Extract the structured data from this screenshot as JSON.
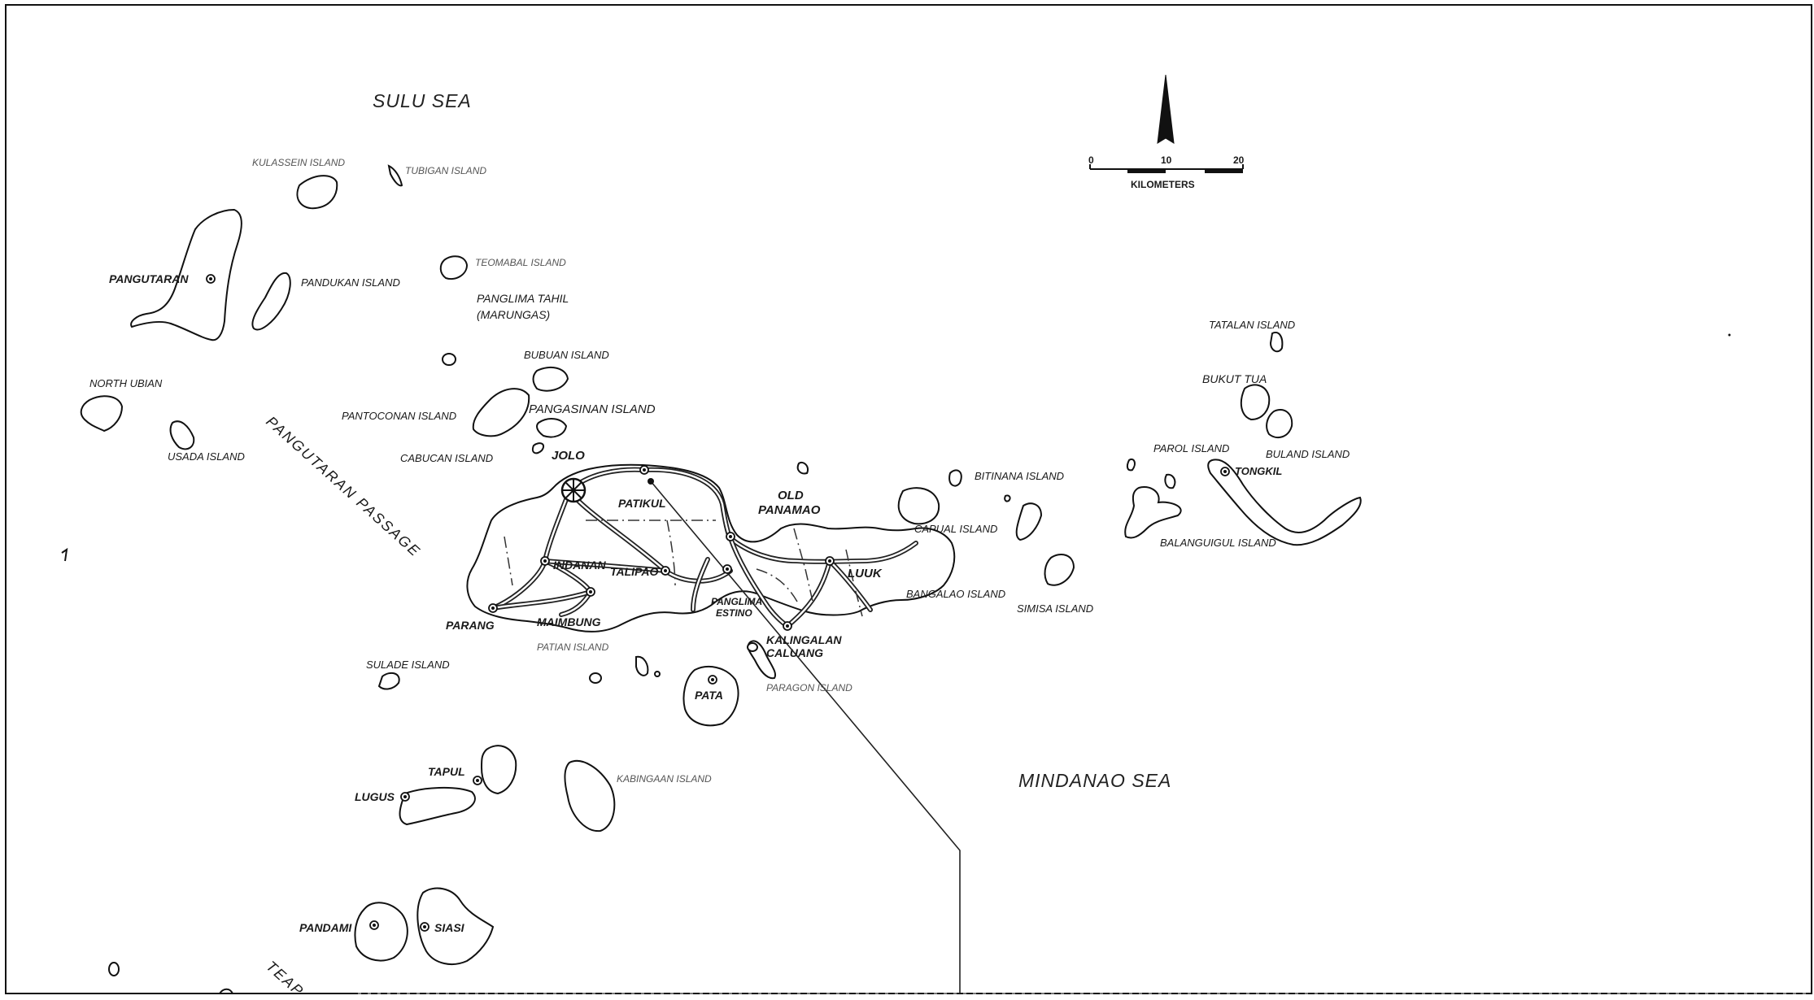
{
  "seas": {
    "sulu_sea": "SULU SEA",
    "mindanao_sea": "MINDANAO SEA",
    "pangutaran_passage": "PANGUTARAN PASSAGE",
    "bottom_partial": "TEAP"
  },
  "scale": {
    "tick_0": "0",
    "tick_10": "10",
    "tick_20": "20",
    "unit": "KILOMETERS"
  },
  "islands": {
    "kulassein": "KULASSEIN ISLAND",
    "tubigan": "TUBIGAN ISLAND",
    "pandukan": "PANDUKAN ISLAND",
    "teomabal": "TEOMABAL ISLAND",
    "bubuan": "BUBUAN ISLAND",
    "pangasinan": "PANGASINAN ISLAND",
    "pantoconan": "PANTOCONAN ISLAND",
    "cabucan": "CABUCAN ISLAND",
    "usada": "USADA ISLAND",
    "north_ubian": "NORTH UBIAN",
    "sulade": "SULADE ISLAND",
    "patian": "PATIAN ISLAND",
    "paragon": "PARAGON ISLAND",
    "kabingaan": "KABINGAAN ISLAND",
    "bitinana": "BITINANA ISLAND",
    "capual": "CAPUAL ISLAND",
    "bangalao": "BANGALAO ISLAND",
    "simisa": "SIMISA ISLAND",
    "tatalan": "TATALAN ISLAND",
    "parol": "PAROL ISLAND",
    "buland": "BULAND ISLAND",
    "balanguigul": "BALANGUIGUL ISLAND"
  },
  "municipalities": {
    "pangutaran": "PANGUTARAN",
    "panglima_tahil_1": "PANGLIMA TAHIL",
    "panglima_tahil_2": "(MARUNGAS)",
    "jolo": "JOLO",
    "patikul": "PATIKUL",
    "old_panamao_1": "OLD",
    "old_panamao_2": "PANAMAO",
    "indanan": "INDANAN",
    "talipao": "TALIPAO",
    "parang": "PARANG",
    "maimbung": "MAIMBUNG",
    "panglima_estino_1": "PANGLIMA",
    "panglima_estino_2": "ESTINO",
    "kalingalan_caluang_1": "KALINGALAN",
    "kalingalan_caluang_2": "CALUANG",
    "luuk": "LUUK",
    "pata": "PATA",
    "tapul": "TAPUL",
    "lugus": "LUGUS",
    "pandami": "PANDAMI",
    "siasi": "SIASI",
    "bukut_tua": "BUKUT TUA",
    "tongkil": "TONGKIL"
  },
  "icons": {
    "north_arrow": "north-arrow-icon",
    "capital": "provincial-capital-icon",
    "town": "town-center-icon"
  }
}
